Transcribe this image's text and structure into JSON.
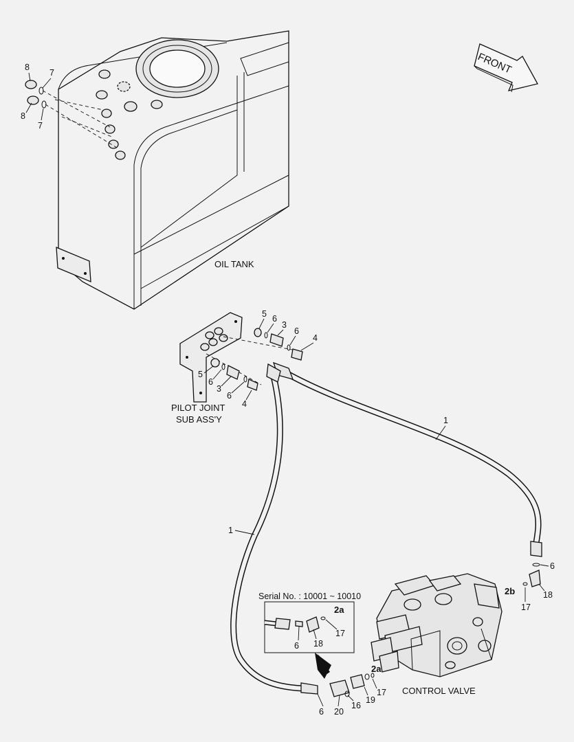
{
  "labels": {
    "oil_tank": "OIL TANK",
    "pilot_joint_line1": "PILOT JOINT",
    "pilot_joint_line2": "SUB ASS'Y",
    "control_valve": "CONTROL VALVE",
    "front": "FRONT",
    "serial": "Serial No. : 10001 ~ 10010"
  },
  "callouts": {
    "tank_top": [
      "8",
      "7"
    ],
    "tank_bottom": [
      "8",
      "7"
    ],
    "pilot_upper": [
      "5",
      "6",
      "3",
      "6",
      "4"
    ],
    "pilot_lower": [
      "5",
      "6",
      "3",
      "6",
      "4"
    ],
    "hose_right": "1",
    "hose_left": "1",
    "right_end": [
      "6",
      "2b",
      "17",
      "18"
    ],
    "inset": [
      "2a",
      "17",
      "6",
      "18"
    ],
    "bottom": [
      "2a",
      "17",
      "19",
      "16",
      "20",
      "6"
    ]
  }
}
